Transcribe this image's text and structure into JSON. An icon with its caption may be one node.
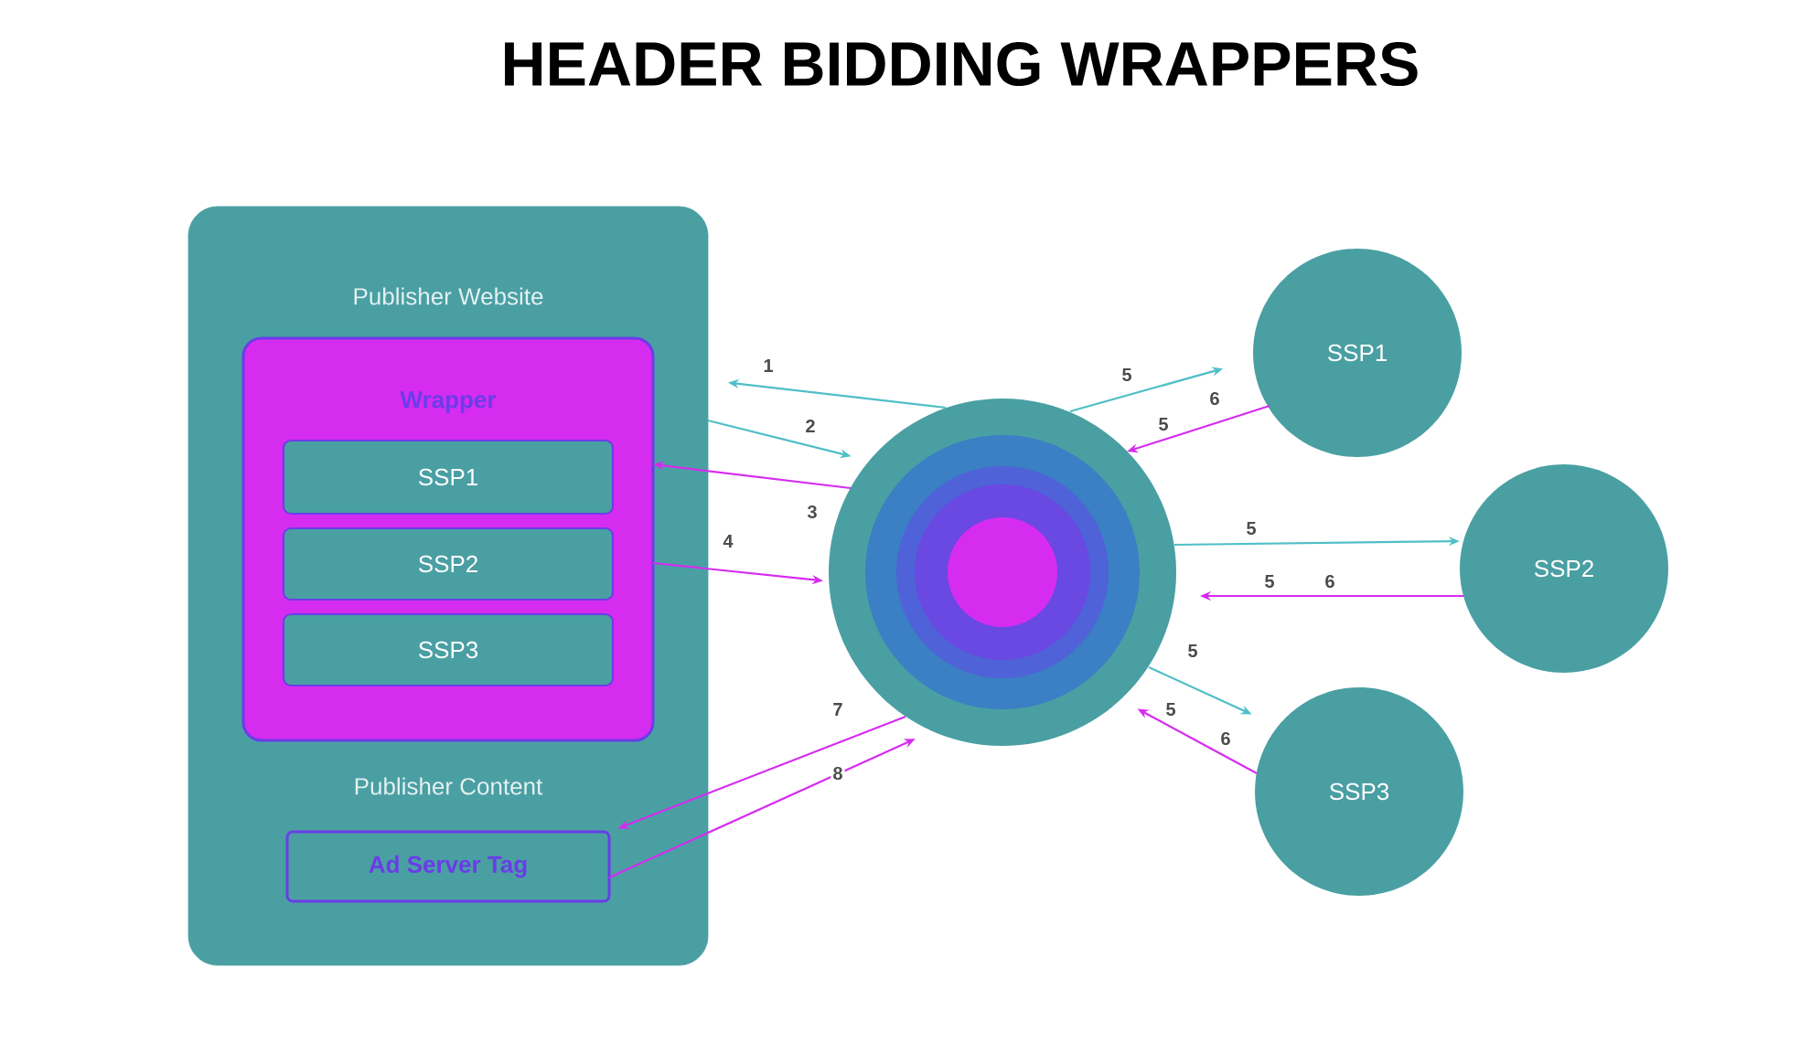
{
  "diagram": {
    "title": "HEADER BIDDING WRAPPERS",
    "nodes": [
      {
        "text": [
          "Publisher Website",
          "Publisher Content"
        ]
      },
      {
        "text": [
          "Wrapper"
        ],
        "in": 0
      },
      {
        "text": [
          "SSP1"
        ],
        "in": 1
      },
      {
        "text": [
          "SSP2"
        ],
        "in": 1
      },
      {
        "text": [
          "SSP3"
        ],
        "in": 1
      },
      {
        "text": [
          "Ad Server Tag"
        ],
        "in": 0
      },
      {
        "text": [],
        "shape": "circle"
      },
      {
        "text": [
          "SSP1"
        ]
      },
      {
        "text": [
          "SSP2"
        ]
      },
      {
        "text": [
          "SSP3"
        ]
      }
    ],
    "edges": [
      {
        "from": 6,
        "to": 0,
        "arrow": "to",
        "label": "1",
        "color": "#4fbfc6"
      },
      {
        "from": 0,
        "to": 6,
        "arrow": "to",
        "label": "2",
        "color": "#4fbfc6"
      },
      {
        "from": 6,
        "to": 1,
        "arrow": "to",
        "label": "3"
      },
      {
        "from": 1,
        "to": 6,
        "arrow": "to",
        "label": "4"
      },
      {
        "from": 6,
        "to": 7,
        "arrow": "to",
        "label": "5",
        "color": "#4fbfc6"
      },
      {
        "from": 7,
        "to": 6,
        "arrow": "to",
        "label": "5"
      },
      {
        "from": 6,
        "to": 8,
        "arrow": "to",
        "label": "5",
        "color": "#4fbfc6"
      },
      {
        "from": 8,
        "to": 6,
        "arrow": "to",
        "label": "5"
      },
      {
        "from": 6,
        "to": 9,
        "arrow": "to",
        "label": "5",
        "color": "#4fbfc6"
      },
      {
        "from": 9,
        "to": 6,
        "arrow": "to",
        "label": "5"
      },
      {
        "from": 6,
        "to": 5,
        "arrow": "to",
        "label": "7"
      },
      {
        "from": 5,
        "to": 6,
        "arrow": "to",
        "label": "8"
      }
    ],
    "labels": [
      "6",
      "6",
      "6"
    ]
  }
}
